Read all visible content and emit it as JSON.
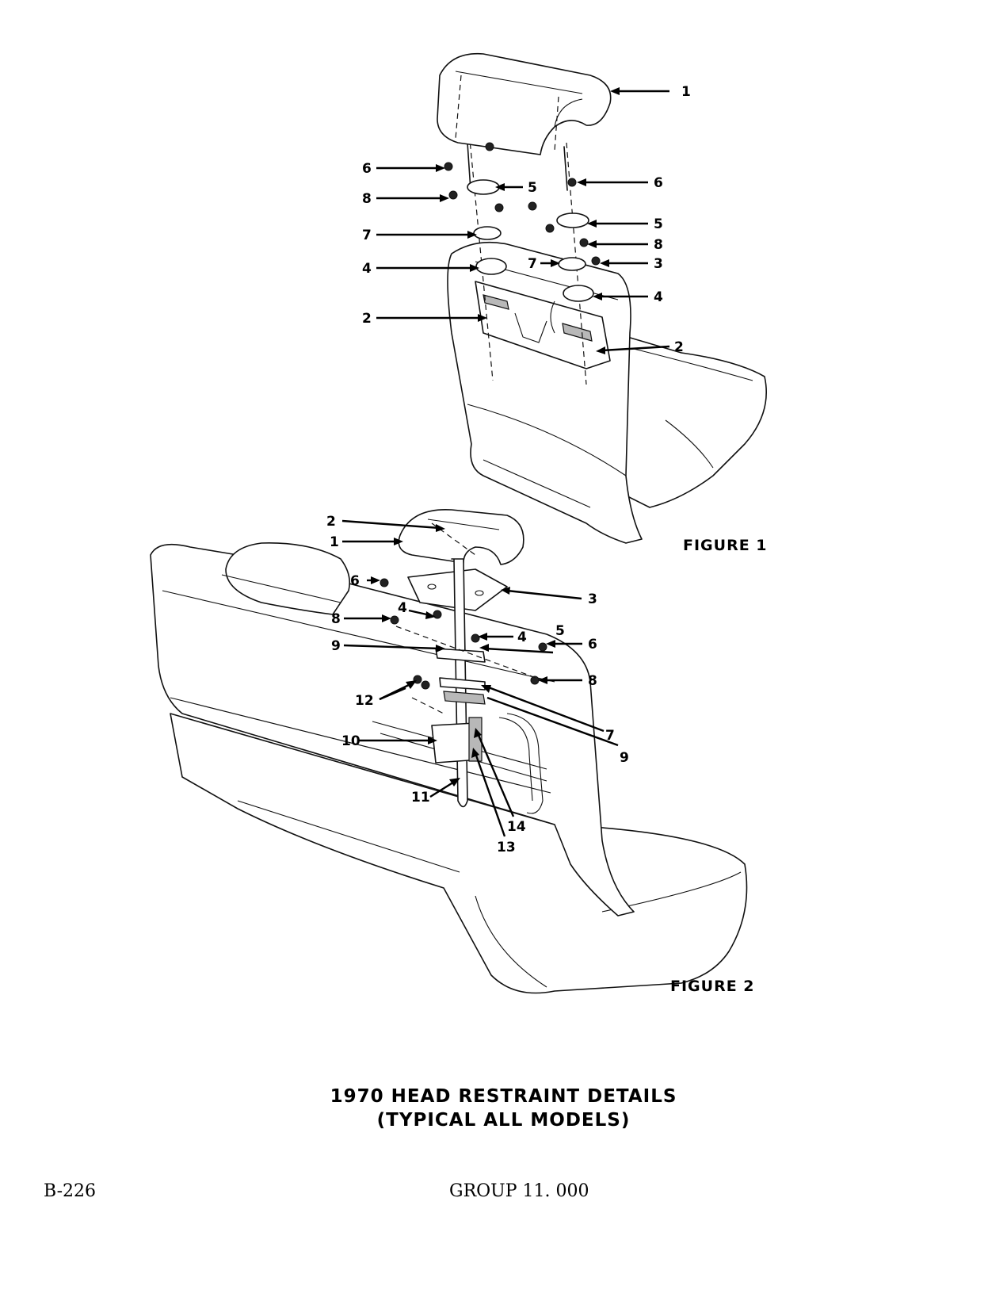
{
  "figure1": {
    "label": "FIGURE 1",
    "callouts": [
      "1",
      "6",
      "8",
      "7",
      "4",
      "2",
      "5",
      "6",
      "5",
      "8",
      "7",
      "3",
      "4",
      "2"
    ]
  },
  "figure2": {
    "label": "FIGURE 2",
    "callouts": [
      "2",
      "1",
      "6",
      "4",
      "8",
      "9",
      "12",
      "10",
      "11",
      "3",
      "4",
      "5",
      "6",
      "8",
      "7",
      "9",
      "14",
      "13"
    ]
  },
  "caption": {
    "line1": "1970 HEAD RESTRAINT DETAILS",
    "line2": "(TYPICAL ALL MODELS)"
  },
  "footer": {
    "page_number": "B-226",
    "group": "GROUP 11. 000"
  }
}
